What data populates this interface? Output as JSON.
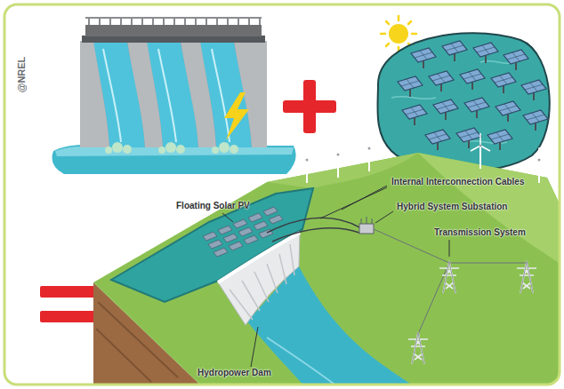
{
  "diagram": {
    "labels": [
      "@NREL",
      "Floating Solar PV",
      "Internal Interconnection Cables",
      "Hybrid System Substation",
      "Transmission System",
      "Hydropower Dam"
    ]
  }
}
